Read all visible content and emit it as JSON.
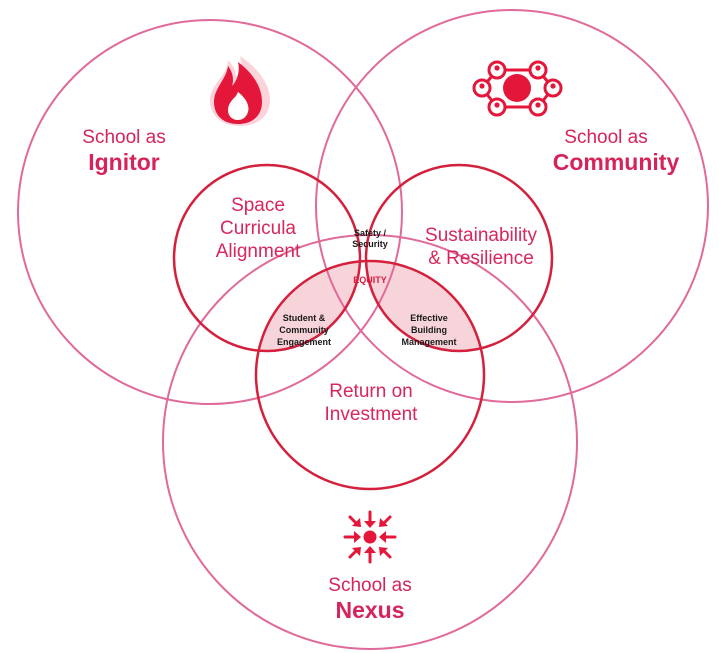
{
  "colors": {
    "outer_ring": "#e06a9a",
    "inner_ring": "#d4203c",
    "accent": "#e4173a",
    "outer_text": "#d6245a",
    "inner_text": "#d8275c",
    "small_text": "#1a1a1a",
    "overlap_fill": "#f7d4da",
    "center_fill": "#f3bac4"
  },
  "outer": {
    "ignitor": {
      "prefix": "School as",
      "name": "Ignitor",
      "icon": "flame-icon"
    },
    "community": {
      "prefix": "School as",
      "name": "Community",
      "icon": "network-people-icon"
    },
    "nexus": {
      "prefix": "School as",
      "name": "Nexus",
      "icon": "arrows-converge-icon"
    }
  },
  "inner": {
    "space": [
      "Space",
      "Curricula",
      "Alignment"
    ],
    "sustainability": [
      "Sustainability",
      "& Resilience"
    ],
    "roi": [
      "Return on",
      "Investment"
    ]
  },
  "overlaps": {
    "safety": [
      "Safety /",
      "Security"
    ],
    "engagement": [
      "Student &",
      "Community",
      "Engagement"
    ],
    "management": [
      "Effective",
      "Building",
      "Management"
    ],
    "center": "EQUITY"
  }
}
